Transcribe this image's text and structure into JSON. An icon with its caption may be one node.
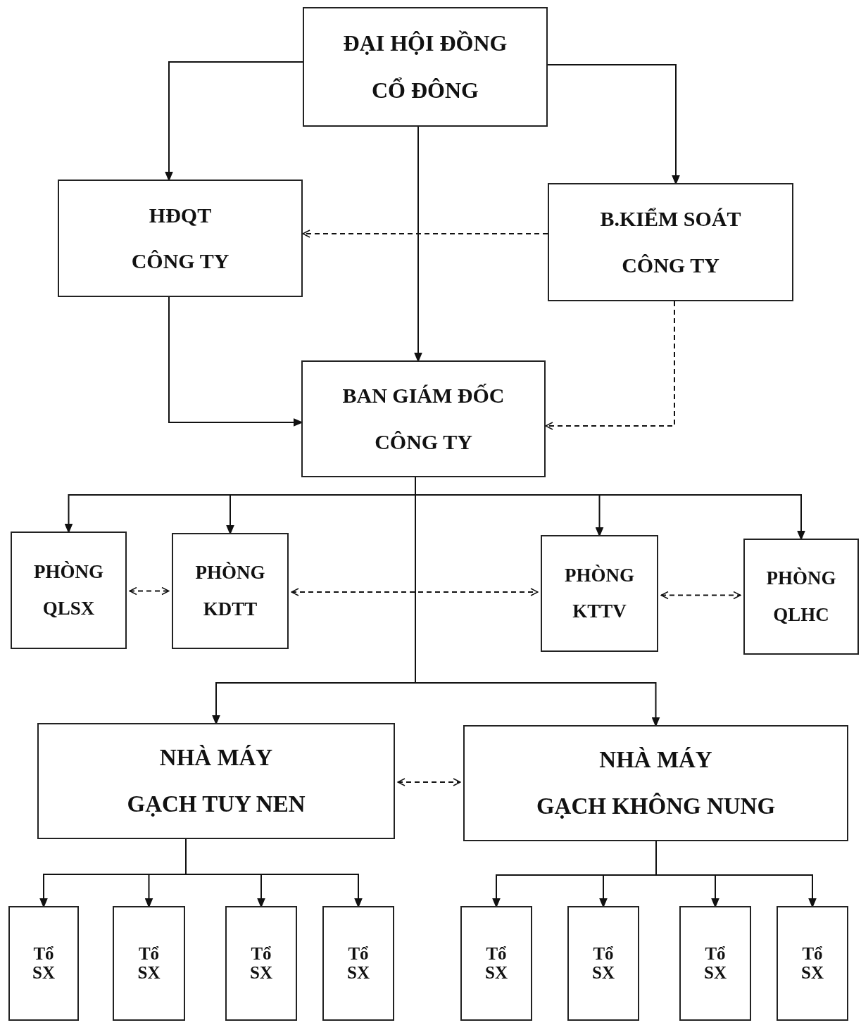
{
  "diagram": {
    "nodes": [
      {
        "text": [
          "ĐẠI HỘI ĐỒNG",
          "CỔ ĐÔNG"
        ]
      },
      {
        "text": [
          "HĐQT",
          "CÔNG TY"
        ]
      },
      {
        "text": [
          "B.KIỂM SOÁT",
          "CÔNG TY"
        ]
      },
      {
        "text": [
          "BAN GIÁM ĐỐC",
          "CÔNG TY"
        ]
      },
      {
        "text": [
          "PHÒNG QLSX"
        ]
      },
      {
        "text": [
          "PHÒNG KDTT"
        ]
      },
      {
        "text": [
          "PHÒNG KTTV"
        ]
      },
      {
        "text": [
          "PHÒNG QLHC"
        ]
      },
      {
        "text": [
          "NHÀ MÁY",
          "GẠCH TUY NEN"
        ]
      },
      {
        "text": [
          "NHÀ MÁY",
          "GẠCH KHÔNG NUNG"
        ]
      },
      {
        "text": [
          "Tổ SX"
        ]
      },
      {
        "text": [
          "Tổ SX"
        ]
      },
      {
        "text": [
          "Tổ SX"
        ]
      },
      {
        "text": [
          "Tổ SX"
        ]
      },
      {
        "text": [
          "Tổ SX"
        ]
      },
      {
        "text": [
          "Tổ SX"
        ]
      },
      {
        "text": [
          "Tổ SX"
        ]
      },
      {
        "text": [
          "Tổ SX"
        ]
      }
    ],
    "edges": [
      {
        "from": 0,
        "to": 1,
        "arrow": "to"
      },
      {
        "from": 0,
        "to": 2,
        "arrow": "to"
      },
      {
        "from": 0,
        "to": 3,
        "arrow": "to"
      },
      {
        "from": 2,
        "to": 1,
        "arrow": "to",
        "style": "dashed"
      },
      {
        "from": 1,
        "to": 3,
        "arrow": "to"
      },
      {
        "from": 2,
        "to": 3,
        "arrow": "to",
        "style": "dashed"
      },
      {
        "from": 3,
        "to": 4,
        "arrow": "to"
      },
      {
        "from": 3,
        "to": 5,
        "arrow": "to"
      },
      {
        "from": 3,
        "to": 6,
        "arrow": "to"
      },
      {
        "from": 3,
        "to": 7,
        "arrow": "to"
      },
      {
        "from": 4,
        "to": 5,
        "arrow": "both",
        "style": "dashed"
      },
      {
        "from": 5,
        "to": 6,
        "arrow": "both",
        "style": "dashed"
      },
      {
        "from": 6,
        "to": 7,
        "arrow": "both",
        "style": "dashed"
      },
      {
        "from": 3,
        "to": 8,
        "arrow": "to"
      },
      {
        "from": 3,
        "to": 9,
        "arrow": "to"
      },
      {
        "from": 8,
        "to": 9,
        "arrow": "both",
        "style": "dashed"
      },
      {
        "from": 8,
        "to": 10,
        "arrow": "to"
      },
      {
        "from": 8,
        "to": 11,
        "arrow": "to"
      },
      {
        "from": 8,
        "to": 12,
        "arrow": "to"
      },
      {
        "from": 8,
        "to": 13,
        "arrow": "to"
      },
      {
        "from": 9,
        "to": 14,
        "arrow": "to"
      },
      {
        "from": 9,
        "to": 15,
        "arrow": "to"
      },
      {
        "from": 9,
        "to": 16,
        "arrow": "to"
      },
      {
        "from": 9,
        "to": 17,
        "arrow": "to"
      }
    ]
  }
}
